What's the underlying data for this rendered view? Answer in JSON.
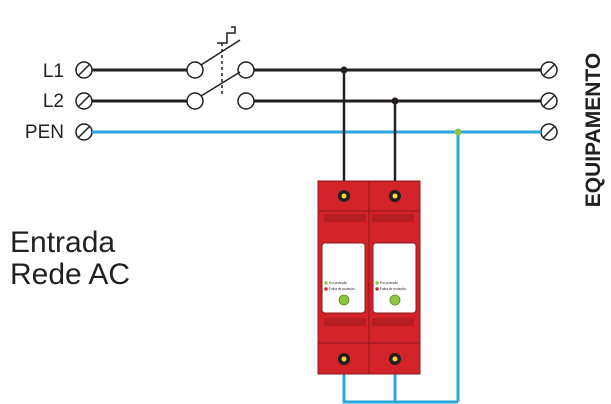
{
  "lines": {
    "l1": "L1",
    "l2": "L2",
    "pen": "PEN"
  },
  "input_label": {
    "line1": "Entrada",
    "line2": "Rede AC"
  },
  "equipment_label": "EQUIPAMENTO",
  "spd_modules": [
    {
      "status_ok": "Em proteção",
      "status_fail": "Falha de proteção"
    },
    {
      "status_ok": "Em proteção",
      "status_fail": "Falha de proteção"
    }
  ],
  "colors": {
    "wire_phase": "#231f20",
    "wire_pen": "#2ba6de",
    "spd_body": "#d2232a",
    "indicator_green": "#8dc63f",
    "indicator_red": "#d2232a"
  }
}
